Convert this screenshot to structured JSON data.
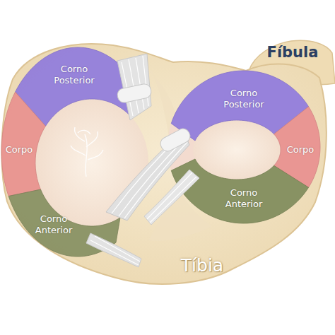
{
  "diagram": {
    "nodes": [
      {
        "text": [
          "Corno Posterior"
        ]
      },
      {
        "text": [
          "Corno Posterior"
        ]
      },
      {
        "text": [
          "Corpo"
        ]
      },
      {
        "text": [
          "Corpo"
        ]
      },
      {
        "text": [
          "Corno Anterior"
        ]
      },
      {
        "text": [
          "Corno Anterior"
        ]
      }
    ],
    "labels": [
      "Fíbula",
      "Tíbia"
    ]
  }
}
